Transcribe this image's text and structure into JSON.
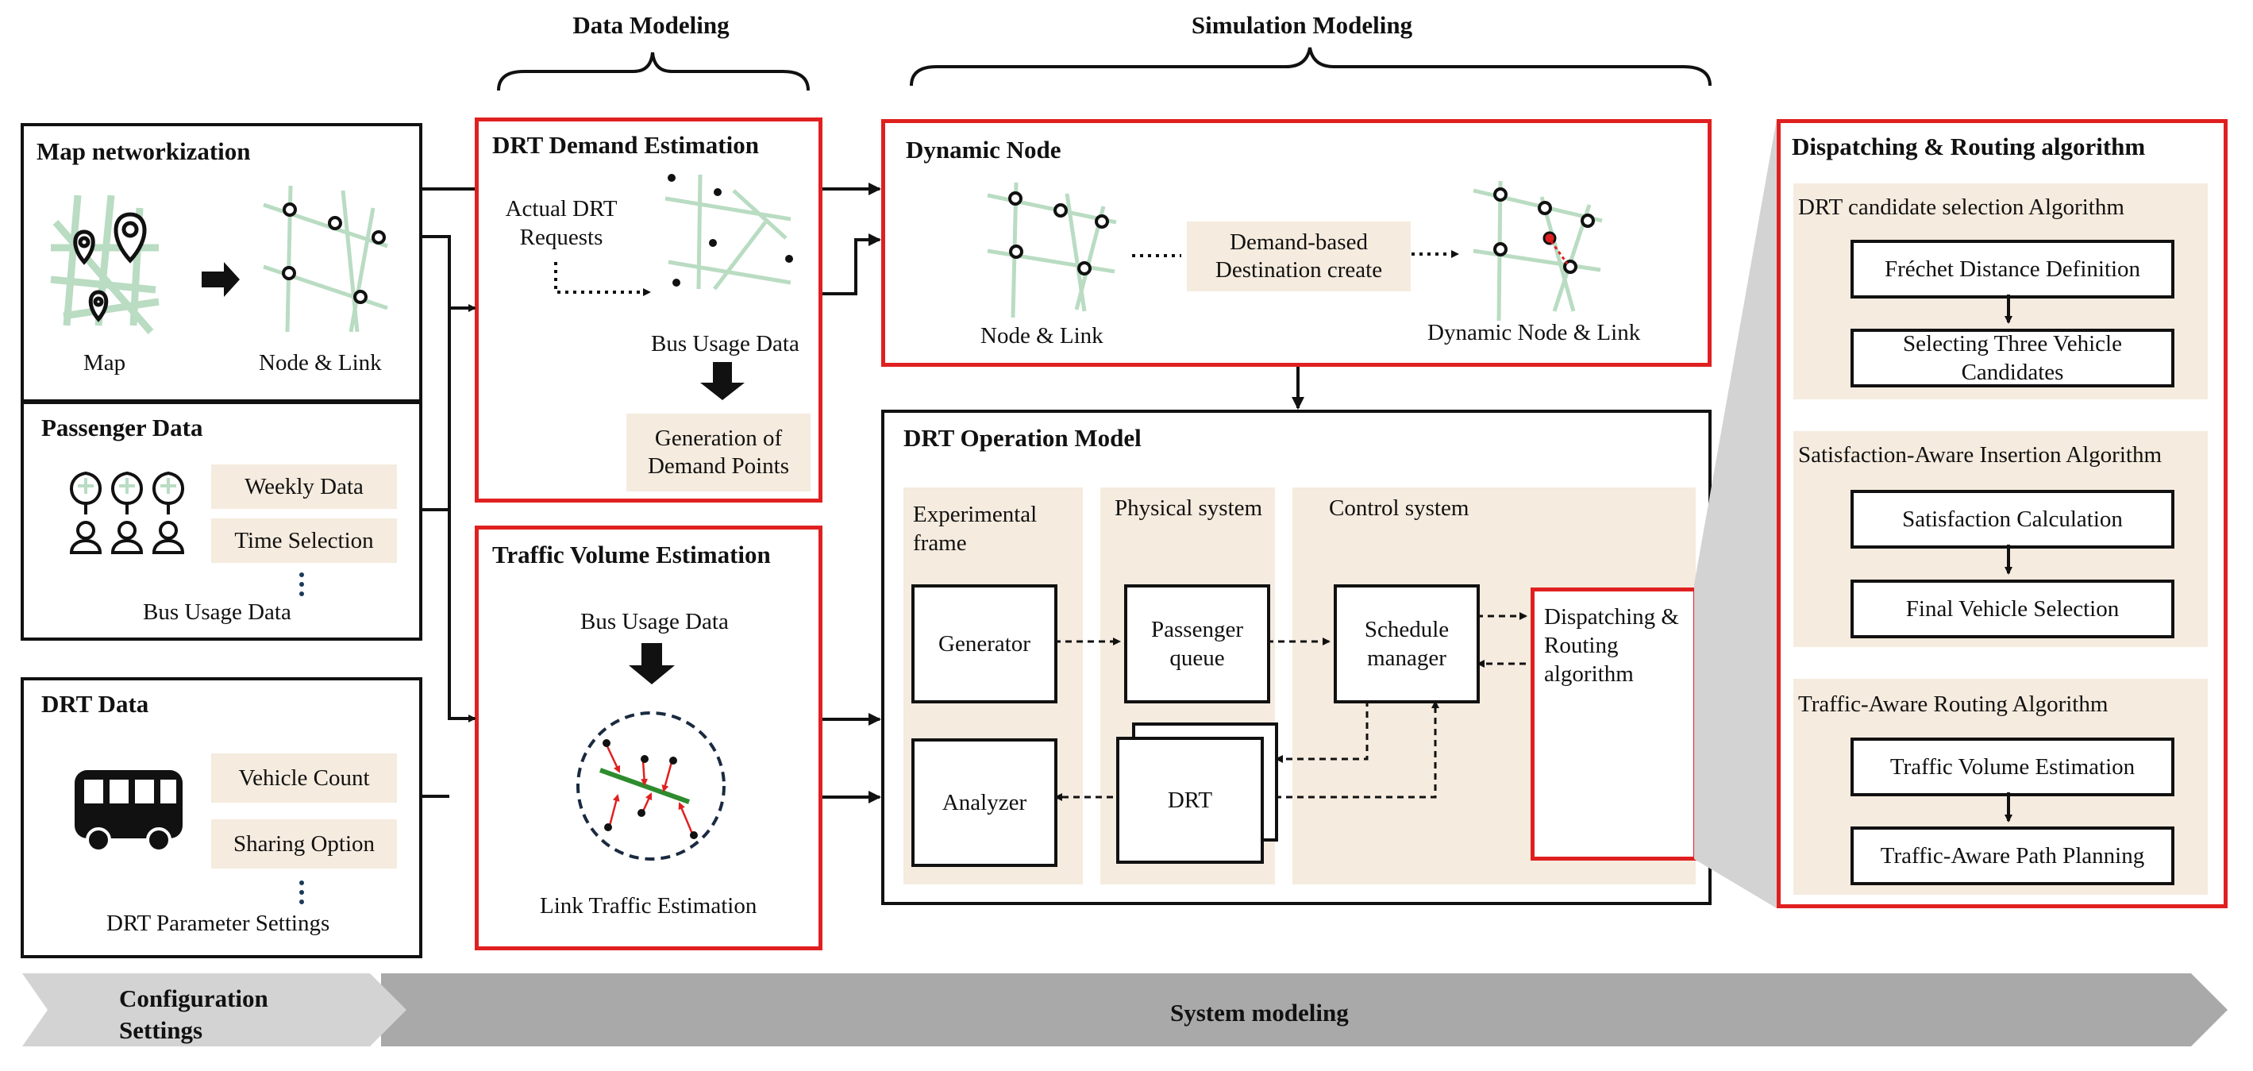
{
  "headers": {
    "data_modeling": "Data Modeling",
    "simulation_modeling": "Simulation Modeling"
  },
  "map_panel": {
    "title": "Map networkization",
    "map_label": "Map",
    "node_link_label": "Node & Link"
  },
  "passenger_panel": {
    "title": "Passenger Data",
    "items": [
      "Weekly Data",
      "Time Selection"
    ],
    "footer": "Bus Usage Data"
  },
  "drt_data_panel": {
    "title": "DRT Data",
    "items": [
      "Vehicle Count",
      "Sharing Option"
    ],
    "footer": "DRT Parameter Settings"
  },
  "demand_panel": {
    "title": "DRT Demand Estimation",
    "actual_requests": "Actual DRT Requests",
    "bus_usage": "Bus Usage Data",
    "generation": "Generation of Demand Points"
  },
  "traffic_panel": {
    "title": "Traffic Volume Estimation",
    "bus_usage": "Bus Usage Data",
    "link_traffic": "Link Traffic Estimation"
  },
  "dynamic_panel": {
    "title": "Dynamic Node",
    "node_link": "Node & Link",
    "demand_based": "Demand-based Destination create",
    "dynamic_node_link": "Dynamic Node & Link"
  },
  "operation_panel": {
    "title": "DRT Operation Model",
    "experimental_frame": "Experimental frame",
    "physical_system": "Physical system",
    "control_system": "Control system",
    "generator": "Generator",
    "passenger_queue": "Passenger queue",
    "schedule_manager": "Schedule manager",
    "dispatching": "Dispatching & Routing algorithm",
    "analyzer": "Analyzer",
    "drt": "DRT"
  },
  "algorithm_panel": {
    "title": "Dispatching & Routing algorithm",
    "sections": [
      {
        "title": "DRT candidate selection Algorithm",
        "steps": [
          "Fréchet Distance Definition",
          "Selecting Three Vehicle Candidates"
        ]
      },
      {
        "title": "Satisfaction-Aware Insertion Algorithm",
        "steps": [
          "Satisfaction Calculation",
          "Final Vehicle Selection"
        ]
      },
      {
        "title": "Traffic-Aware Routing Algorithm",
        "steps": [
          "Traffic Volume Estimation",
          "Traffic-Aware Path Planning"
        ]
      }
    ]
  },
  "footer_bar": {
    "configuration": "Configuration Settings",
    "system_modeling": "System modeling"
  },
  "colors": {
    "accent_red": "#e02020",
    "beige": "#f5ebde",
    "map_green": "#b9dcc2",
    "bar_light": "#d3d3d3",
    "bar_dark": "#a9a9a9"
  }
}
